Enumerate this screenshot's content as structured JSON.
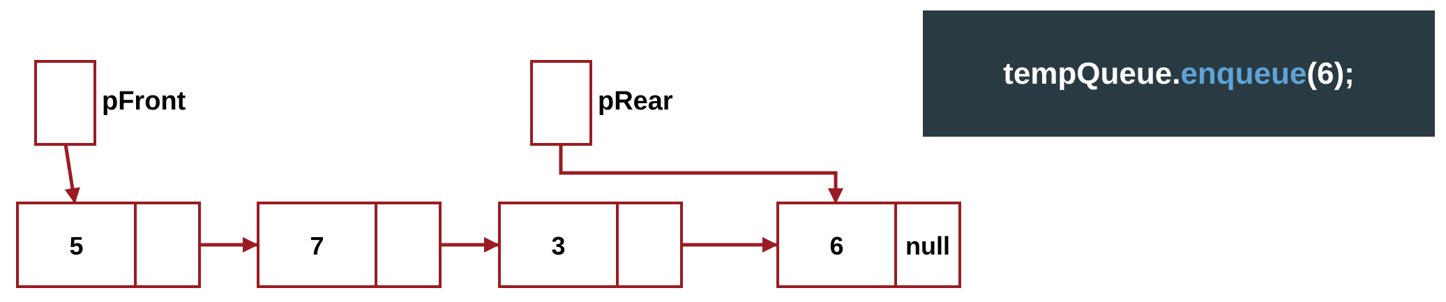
{
  "code": {
    "object": "tempQueue.",
    "method": "enqueue",
    "args": "(6);"
  },
  "pointers": {
    "front": {
      "label": "pFront"
    },
    "rear": {
      "label": "pRear"
    }
  },
  "nodes": [
    {
      "value": "5",
      "next": ""
    },
    {
      "value": "7",
      "next": ""
    },
    {
      "value": "3",
      "next": ""
    },
    {
      "value": "6",
      "next": "null"
    }
  ],
  "colors": {
    "stroke": "#9b1b22",
    "code_background": "#2a3a42",
    "code_method": "#5fa3d6",
    "code_text": "#ffffff"
  }
}
